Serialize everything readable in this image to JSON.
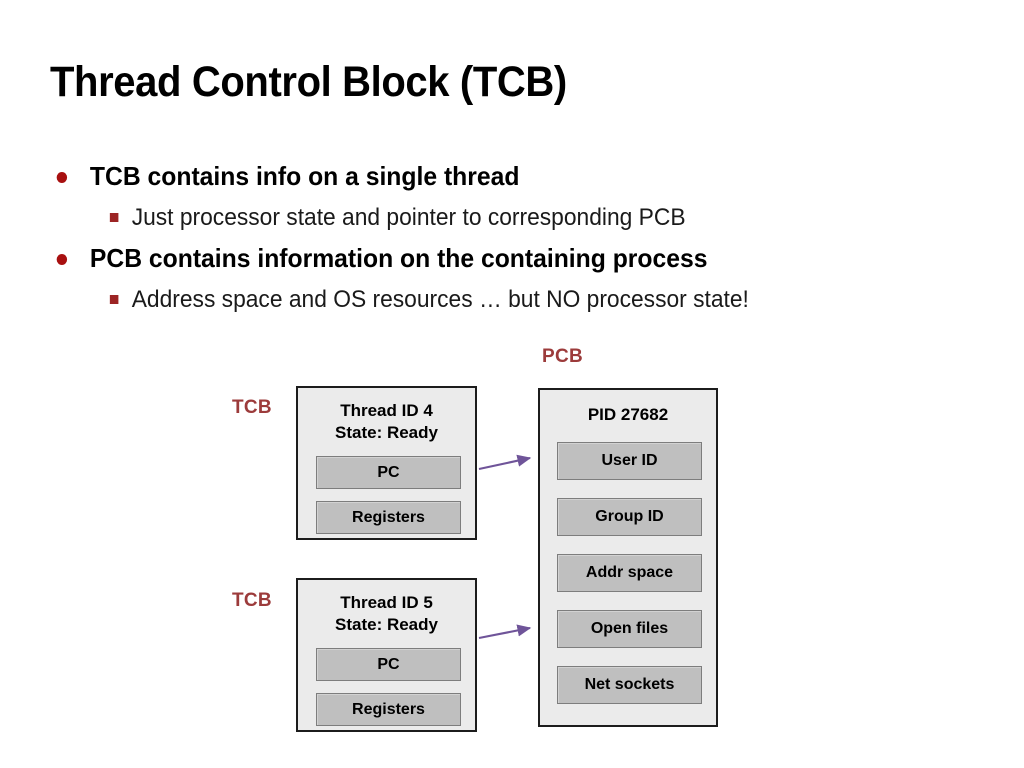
{
  "slide": {
    "title": "Thread Control Block (TCB)",
    "bullets": [
      {
        "level": 1,
        "text": "TCB contains info on a single thread"
      },
      {
        "level": 2,
        "text": "Just processor state and pointer to corresponding PCB"
      },
      {
        "level": 1,
        "text": "PCB contains information on the containing process"
      },
      {
        "level": 2,
        "text": "Address space and OS resources … but NO processor state!"
      }
    ]
  },
  "diagram": {
    "labels": {
      "tcb_1": "TCB",
      "tcb_2": "TCB",
      "pcb": "PCB"
    },
    "tcb_blocks": [
      {
        "header_line_1": "Thread ID 4",
        "header_line_2": "State: Ready",
        "fields": [
          "PC",
          "Registers"
        ]
      },
      {
        "header_line_1": "Thread ID 5",
        "header_line_2": "State: Ready",
        "fields": [
          "PC",
          "Registers"
        ]
      }
    ],
    "pcb_block": {
      "header": "PID 27682",
      "fields": [
        "User ID",
        "Group ID",
        "Addr space",
        "Open files",
        "Net sockets"
      ]
    },
    "arrows": [
      {
        "name": "tcb1-to-pcb",
        "from": "tcb-block-1",
        "to": "pcb-field-user-id"
      },
      {
        "name": "tcb2-to-pcb",
        "from": "tcb-block-2",
        "to": "pcb-field-open-files"
      }
    ],
    "colors": {
      "label": "#9c3b3b",
      "arrow": "#6f5499",
      "outer_box_fill": "#ebebeb",
      "inner_box_fill": "#bfbfbf",
      "bullet_level1": "#a81010",
      "bullet_level2": "#9c2424"
    }
  }
}
